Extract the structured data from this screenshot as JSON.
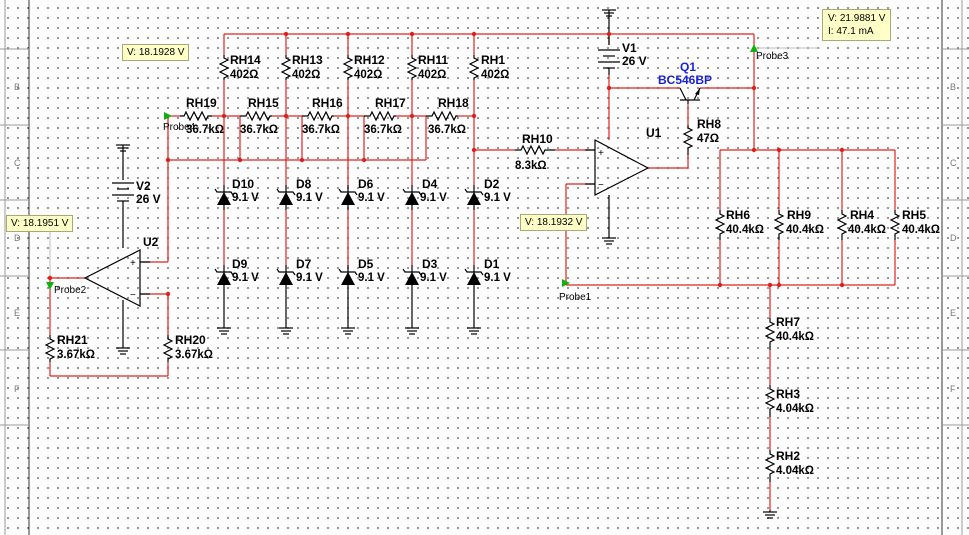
{
  "probes": [
    {
      "id": "Probe1",
      "label": "Probe1",
      "voltage": "V: 18.1932 V"
    },
    {
      "id": "Probe2",
      "label": "Probe2",
      "voltage": "V: 18.1951 V"
    },
    {
      "id": "Probe3",
      "label": "Probe3",
      "voltage": "V: 21.9881 V",
      "current": "I: 47.1 mA"
    },
    {
      "id": "Probe4",
      "label": "Probe4",
      "voltage": "V: 18.1928 V"
    }
  ],
  "components": {
    "V1": {
      "name": "V1",
      "value": "26 V"
    },
    "V2": {
      "name": "V2",
      "value": "26 V"
    },
    "U1": {
      "name": "U1"
    },
    "U2": {
      "name": "U2"
    },
    "Q1": {
      "name": "Q1",
      "value": "BC546BP"
    },
    "RH1": {
      "name": "RH1",
      "value": "402Ω"
    },
    "RH11": {
      "name": "RH11",
      "value": "402Ω"
    },
    "RH12": {
      "name": "RH12",
      "value": "402Ω"
    },
    "RH13": {
      "name": "RH13",
      "value": "402Ω"
    },
    "RH14": {
      "name": "RH14",
      "value": "402Ω"
    },
    "RH15": {
      "name": "RH15",
      "value": "36.7kΩ"
    },
    "RH16": {
      "name": "RH16",
      "value": "36.7kΩ"
    },
    "RH17": {
      "name": "RH17",
      "value": "36.7kΩ"
    },
    "RH18": {
      "name": "RH18",
      "value": "36.7kΩ"
    },
    "RH19": {
      "name": "RH19",
      "value": "36.7kΩ"
    },
    "RH10": {
      "name": "RH10",
      "value": "8.3kΩ"
    },
    "RH8": {
      "name": "RH8",
      "value": "47Ω"
    },
    "RH6": {
      "name": "RH6",
      "value": "40.4kΩ"
    },
    "RH9": {
      "name": "RH9",
      "value": "40.4kΩ"
    },
    "RH4": {
      "name": "RH4",
      "value": "40.4kΩ"
    },
    "RH5": {
      "name": "RH5",
      "value": "40.4kΩ"
    },
    "RH7": {
      "name": "RH7",
      "value": "40.4kΩ"
    },
    "RH3": {
      "name": "RH3",
      "value": "4.04kΩ"
    },
    "RH2": {
      "name": "RH2",
      "value": "4.04kΩ"
    },
    "RH20": {
      "name": "RH20",
      "value": "3.67kΩ"
    },
    "RH21": {
      "name": "RH21",
      "value": "3.67kΩ"
    },
    "D1": {
      "name": "D1",
      "value": "9.1 V"
    },
    "D2": {
      "name": "D2",
      "value": "9.1 V"
    },
    "D3": {
      "name": "D3",
      "value": "9.1 V"
    },
    "D4": {
      "name": "D4",
      "value": "9.1 V"
    },
    "D5": {
      "name": "D5",
      "value": "9.1 V"
    },
    "D6": {
      "name": "D6",
      "value": "9.1 V"
    },
    "D7": {
      "name": "D7",
      "value": "9.1 V"
    },
    "D8": {
      "name": "D8",
      "value": "9.1 V"
    },
    "D9": {
      "name": "D9",
      "value": "9.1 V"
    },
    "D10": {
      "name": "D10",
      "value": "9.1 V"
    }
  },
  "ruler": {
    "rows": [
      "B",
      "C",
      "D",
      "E",
      "F"
    ],
    "colors": {
      "wire": "#e0201c",
      "part": "#000000",
      "transistor_label": "#1a24d6",
      "probe": "#10b010",
      "popup": "#ffffc8"
    }
  }
}
